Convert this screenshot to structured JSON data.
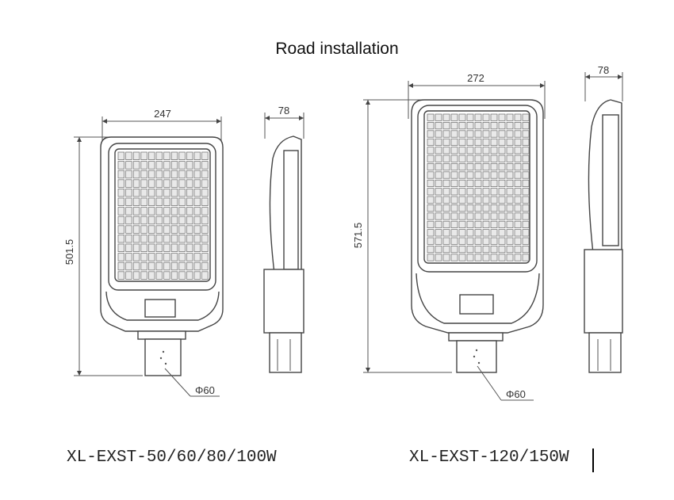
{
  "title": "Road installation",
  "left_unit": {
    "model": "XL-EXST-50/60/80/100W",
    "width": "247",
    "side_width": "78",
    "height": "501.5",
    "pole_diameter": "Φ60"
  },
  "right_unit": {
    "model": "XL-EXST-120/150W",
    "width": "272",
    "side_width": "78",
    "height": "571.5",
    "pole_diameter": "Φ60"
  }
}
